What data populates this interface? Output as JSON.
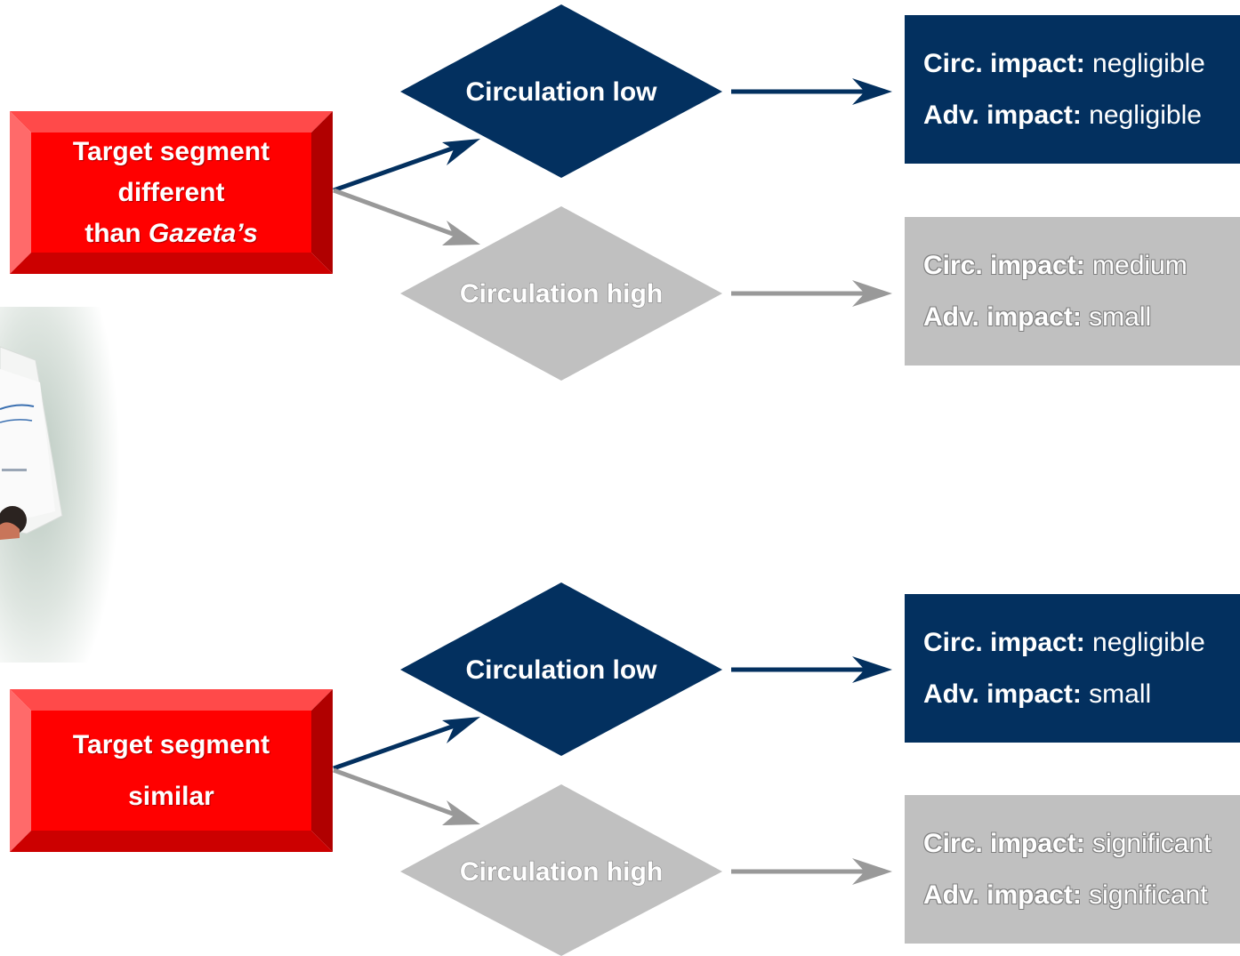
{
  "colors": {
    "blue": "#03305f",
    "grey": "#c0c0c0",
    "red": "#ff0000",
    "arrow_blue": "#03305f",
    "arrow_grey": "#999999"
  },
  "groups": [
    {
      "segment": {
        "line1": "Target segment",
        "line2": "different",
        "line3_prefix": "than ",
        "line3_italic": "Gazeta’s"
      },
      "low": {
        "diamond_label": "Circulation low",
        "circ_label": "Circ. impact:",
        "circ_value": " negligible",
        "adv_label": "Adv. impact:",
        "adv_value": " negligible"
      },
      "high": {
        "diamond_label": "Circulation high",
        "circ_label": "Circ. impact:",
        "circ_value": " medium",
        "adv_label": "Adv. impact:",
        "adv_value": " small"
      }
    },
    {
      "segment": {
        "line1": "Target segment",
        "line2": "similar"
      },
      "low": {
        "diamond_label": "Circulation low",
        "circ_label": "Circ. impact:",
        "circ_value": " negligible",
        "adv_label": "Adv. impact:",
        "adv_value": " small"
      },
      "high": {
        "diamond_label": "Circulation high",
        "circ_label": "Circ. impact:",
        "circ_value": " significant",
        "adv_label": "Adv. impact:",
        "adv_value": " significant"
      }
    }
  ]
}
